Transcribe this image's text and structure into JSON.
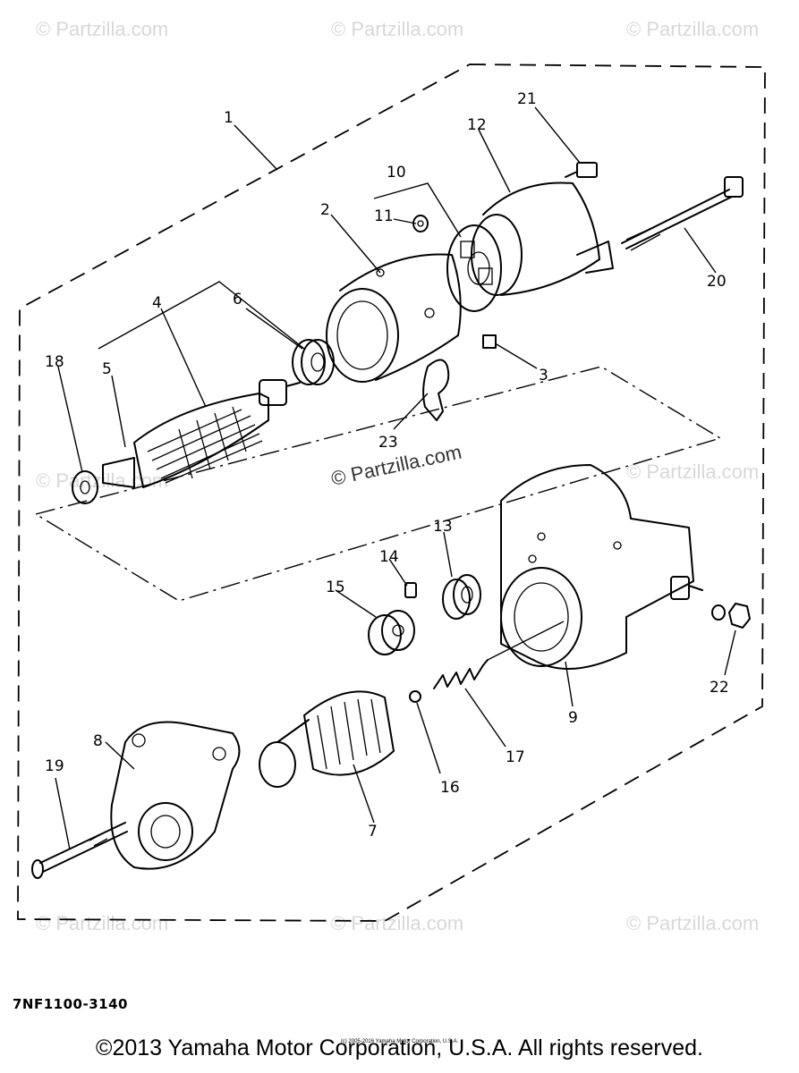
{
  "watermark": "© Partzilla.com",
  "center_watermark": "© Partzilla.com",
  "ref_code": "7NF1100-3140",
  "copyright": "©2013 Yamaha Motor Corporation, U.S.A. All rights reserved.",
  "small_copyright": "(c) 2005-2016 Yamaha Motor Corporation, U.S.A.",
  "callouts": [
    "1",
    "2",
    "3",
    "4",
    "5",
    "6",
    "7",
    "8",
    "9",
    "10",
    "11",
    "12",
    "13",
    "14",
    "15",
    "16",
    "17",
    "18",
    "19",
    "20",
    "21",
    "22",
    "23"
  ]
}
